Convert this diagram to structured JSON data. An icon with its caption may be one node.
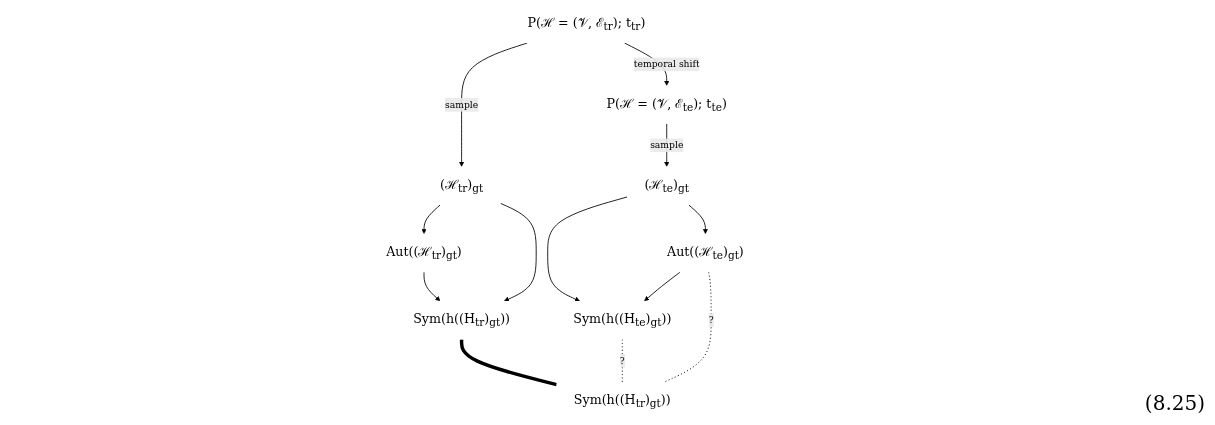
{
  "diagram": {
    "nodes": [
      {
        "text": [
          "P(ℋ = (𝒱, ℰ$_{tr}$); t$_{tr}$)"
        ]
      },
      {
        "text": [
          "P(ℋ = (𝒱, ℰ$_{te}$); t$_{te}$)"
        ]
      },
      {
        "text": [
          "Aut((ℋ$_{tr}$)$_{gt}$)"
        ]
      },
      {
        "text": [
          "(ℋ$_{tr}$)$_{gt}$"
        ]
      },
      {
        "text": [
          "(ℋ$_{te}$)$_{gt}$"
        ]
      },
      {
        "text": [
          "Aut((ℋ$_{te}$)$_{gt}$)"
        ]
      },
      {
        "text": [
          "Sym(h((H$_{tr}$)$_{gt}$))"
        ]
      },
      {
        "text": [
          "Sym(h((H$_{te}$)$_{gt}$))"
        ]
      },
      {
        "text": [
          "Sym(h((H$_{tr}$)$_{gt}$))"
        ]
      }
    ],
    "edges": [
      {
        "from": 0,
        "to": 1,
        "arrow": "to",
        "label": "temporal shift"
      },
      {
        "from": 0,
        "to": 3,
        "arrow": "to",
        "label": "sample"
      },
      {
        "from": 1,
        "to": 4,
        "arrow": "to",
        "label": "sample"
      },
      {
        "from": 3,
        "to": 2,
        "arrow": "to"
      },
      {
        "from": 4,
        "to": 5,
        "arrow": "to"
      },
      {
        "from": 2,
        "to": 6,
        "arrow": "to"
      },
      {
        "from": 3,
        "to": 6,
        "arrow": "to"
      },
      {
        "from": 4,
        "to": 7,
        "arrow": "to"
      },
      {
        "from": 5,
        "to": 7,
        "arrow": "to"
      },
      {
        "from": 6,
        "to": 8,
        "arrow": "none",
        "style": "thick"
      },
      {
        "from": 7,
        "to": 8,
        "arrow": "none",
        "style": "dashed",
        "label": "?"
      },
      {
        "from": 5,
        "to": 8,
        "arrow": "none",
        "style": "dashed",
        "label": "?"
      }
    ],
    "labels": [
      "(8.25)"
    ]
  }
}
